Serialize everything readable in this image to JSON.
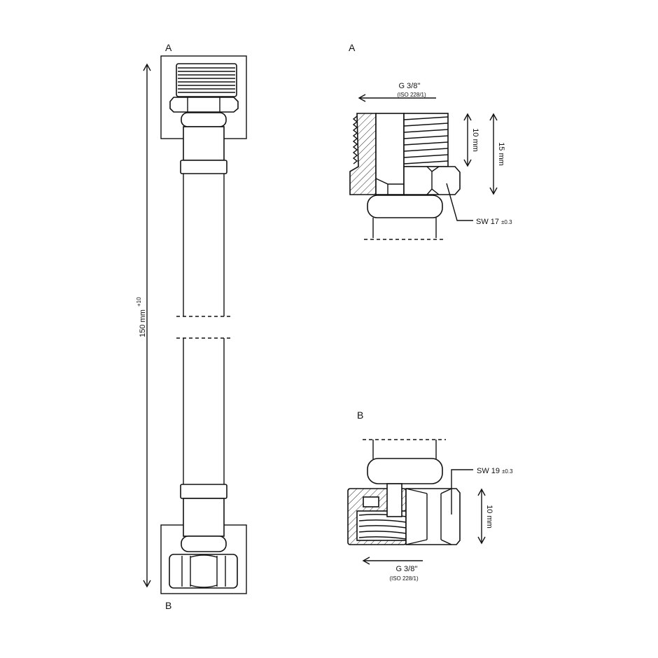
{
  "overview": {
    "label_top": "A",
    "label_bottom": "B",
    "length": "150 mm",
    "length_tolerance": "+10"
  },
  "detail_a": {
    "label": "A",
    "thread": "G 3/8''",
    "thread_standard": "(ISO 228/1)",
    "dim_thread_length": "10 mm",
    "dim_total_length": "15 mm",
    "wrench_size": "SW 17",
    "wrench_tolerance": "±0.3"
  },
  "detail_b": {
    "label": "B",
    "thread": "G 3/8''",
    "thread_standard": "(ISO 228/1)",
    "dim_nut_length": "10 mm",
    "wrench_size": "SW 19",
    "wrench_tolerance": "±0.3"
  },
  "colors": {
    "line": "#111111",
    "background": "#ffffff"
  }
}
